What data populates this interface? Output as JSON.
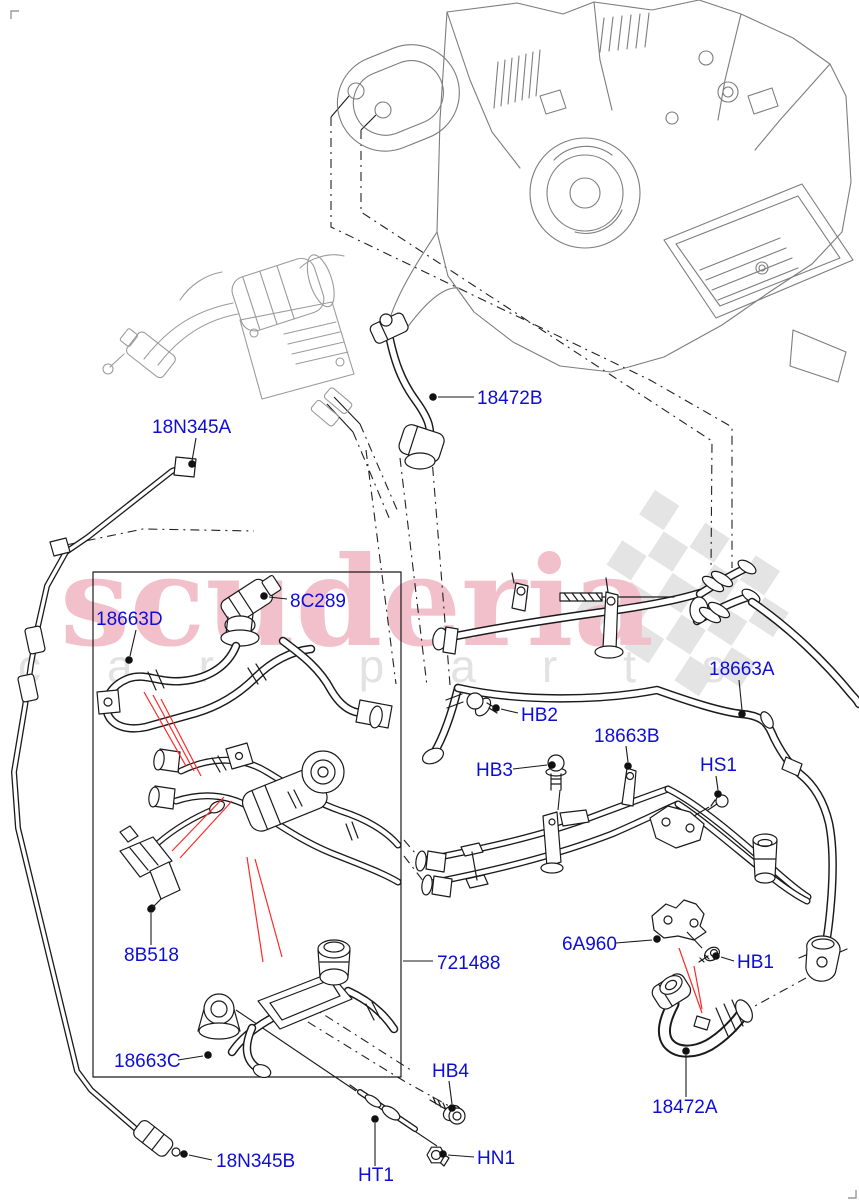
{
  "watermark": {
    "brand": "scuderia",
    "tagline": "car parts"
  },
  "colors": {
    "label_text": "#0d0dd6",
    "red_leader": "#ff2a2a",
    "watermark_pink": "#f2c0cb",
    "watermark_gray": "#e2e2e2",
    "line_art": "#1a1a1a"
  },
  "labels": {
    "n18n345a": "18N345A",
    "n18472b": "18472B",
    "n8c289": "8C289",
    "n18663d": "18663D",
    "nhb2": "HB2",
    "n18663a": "18663A",
    "n18663b": "18663B",
    "nhb3": "HB3",
    "nhs1": "HS1",
    "n8b518": "8B518",
    "n721488": "721488",
    "n6a960": "6A960",
    "nhb1": "HB1",
    "n18663c": "18663C",
    "n18472a": "18472A",
    "nhb4": "HB4",
    "nht1": "HT1",
    "nhn1": "HN1",
    "n18n345b": "18N345B"
  }
}
